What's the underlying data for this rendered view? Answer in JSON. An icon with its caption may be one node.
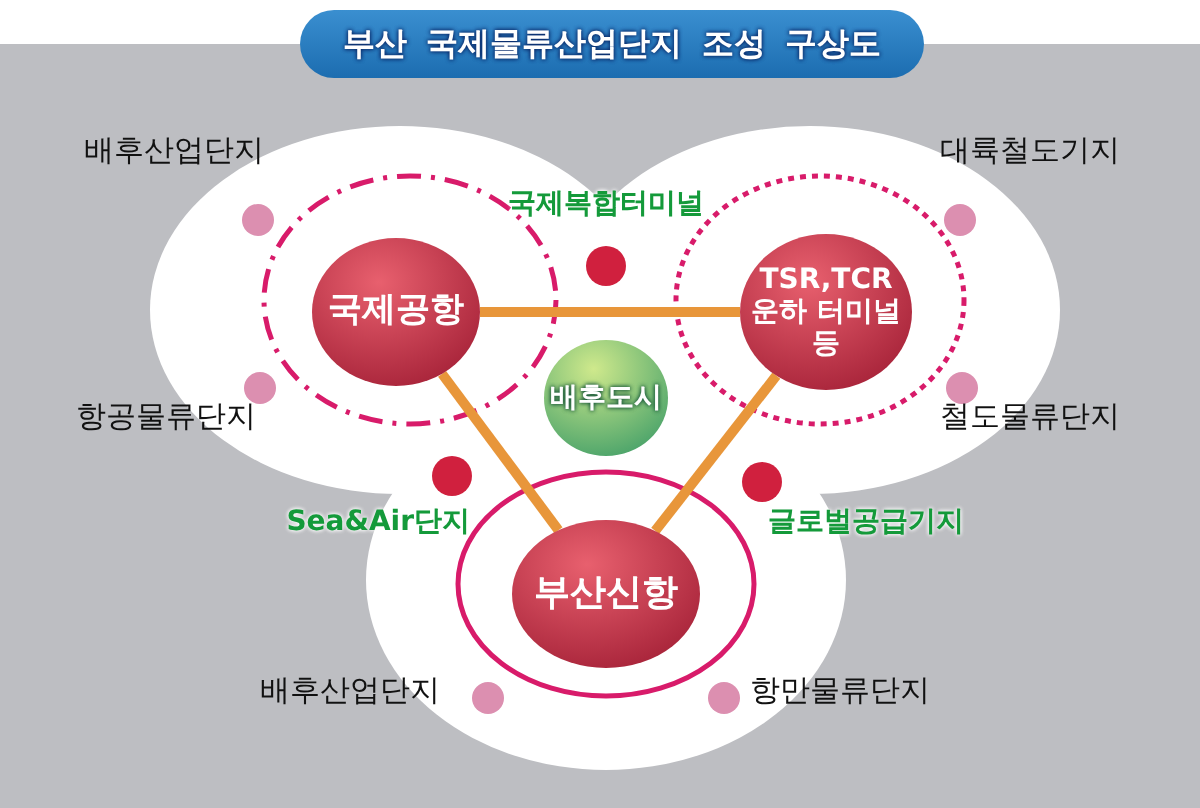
{
  "diagram": {
    "title": "부산 국제물류산업단지 조성 구상도",
    "nodes": [
      {
        "text": [
          "국제공항"
        ]
      },
      {
        "text": [
          "TSR,TCR 운하 터미널등"
        ]
      },
      {
        "text": [
          "배후도시"
        ]
      },
      {
        "text": [
          "부산신항"
        ]
      }
    ],
    "edges": [
      {
        "from": 0,
        "to": 1,
        "arrow": "none"
      },
      {
        "from": 0,
        "to": 3,
        "arrow": "none"
      },
      {
        "from": 1,
        "to": 3,
        "arrow": "none"
      }
    ],
    "labels": [
      "배후산업단지",
      "대륙철도기지",
      "국제복합터미널",
      "항공물류단지",
      "철도물류단지",
      "Sea&Air단지",
      "글로벌공급기지",
      "배후산업단지",
      "항만물류단지"
    ]
  }
}
